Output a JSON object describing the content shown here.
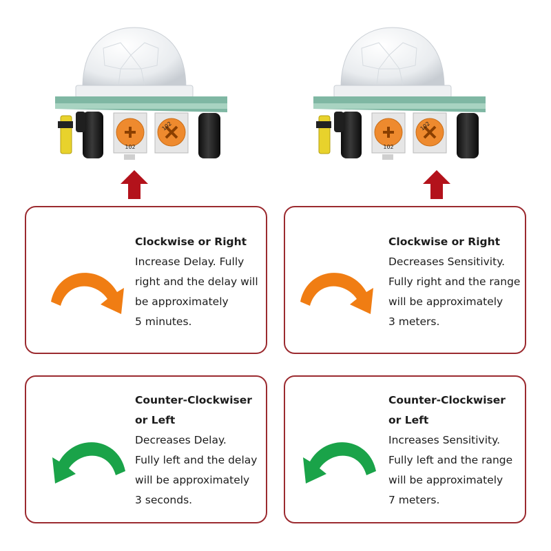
{
  "colors": {
    "border": "#9b2a2f",
    "arrow_up": "#b3121b",
    "arrow_clockwise": "#f07d13",
    "arrow_counter": "#1aa349"
  },
  "sensor_left": {
    "trim_label_a": "102",
    "trim_label_b": "102"
  },
  "sensor_right": {
    "trim_label_a": "102",
    "trim_label_b": "102"
  },
  "cards": {
    "delay_cw": {
      "heading": [
        "Clockwise or Right"
      ],
      "lines": [
        "Increase Delay. Fully",
        "right and the delay will",
        "be approximately",
        "5 minutes."
      ],
      "icon": "clockwise-arrow-icon"
    },
    "sens_cw": {
      "heading": [
        "Clockwise or Right"
      ],
      "lines": [
        "Decreases Sensitivity.",
        "Fully right and the range",
        "will be approximately",
        "3 meters."
      ],
      "icon": "clockwise-arrow-icon"
    },
    "delay_ccw": {
      "heading": [
        "Counter-Clockwiser",
        "or Left"
      ],
      "lines": [
        "Decreases Delay.",
        "Fully left and the delay",
        "will be approximately",
        "3 seconds."
      ],
      "icon": "counter-clockwise-arrow-icon"
    },
    "sens_ccw": {
      "heading": [
        "Counter-Clockwiser",
        "or Left"
      ],
      "lines": [
        "Increases Sensitivity.",
        "Fully left and the range",
        "will be approximately",
        "7 meters."
      ],
      "icon": "counter-clockwise-arrow-icon"
    }
  }
}
